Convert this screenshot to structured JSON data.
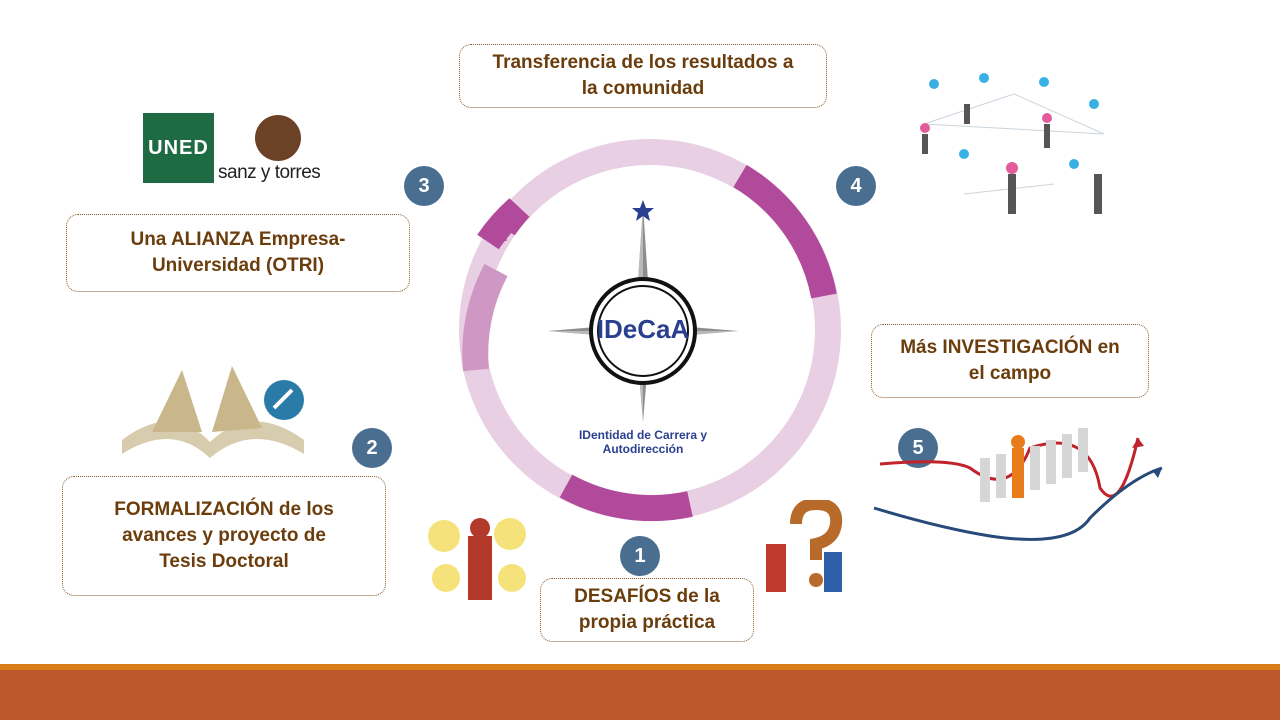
{
  "logos": {
    "uned": "UNED",
    "sanz": "sanz y torres",
    "center": "IDeCaA",
    "center_tagline": "IDentidad de Carrera y Autodirección"
  },
  "steps": [
    {
      "number": "1",
      "lines": [
        "DESAFÍOS de la",
        "propia práctica"
      ]
    },
    {
      "number": "2",
      "lines": [
        "FORMALIZACIÓN de los",
        "avances y proyecto de",
        "Tesis Doctoral"
      ]
    },
    {
      "number": "3",
      "lines": [
        "Una ALIANZA Empresa-",
        "Universidad (OTRI)"
      ]
    },
    {
      "number": "4",
      "lines": [
        "Transferencia de los resultados a",
        "la comunidad"
      ]
    },
    {
      "number": "5",
      "lines": [
        "Más INVESTIGACIÓN en",
        "el campo"
      ]
    }
  ],
  "colors": {
    "ring_dark": "#b14a9b",
    "ring_light": "#e8cfe3",
    "badge": "#4a6e90",
    "callout_text": "#6b3d0c",
    "footer": "#bd582c",
    "footer_accent": "#d97d18",
    "uned_green": "#1e6b43"
  },
  "icons": [
    "book-pen-icon",
    "thinking-person-icon",
    "question-mark-people-icon",
    "social-network-icon",
    "leader-arrows-icon",
    "compass-star-icon"
  ]
}
